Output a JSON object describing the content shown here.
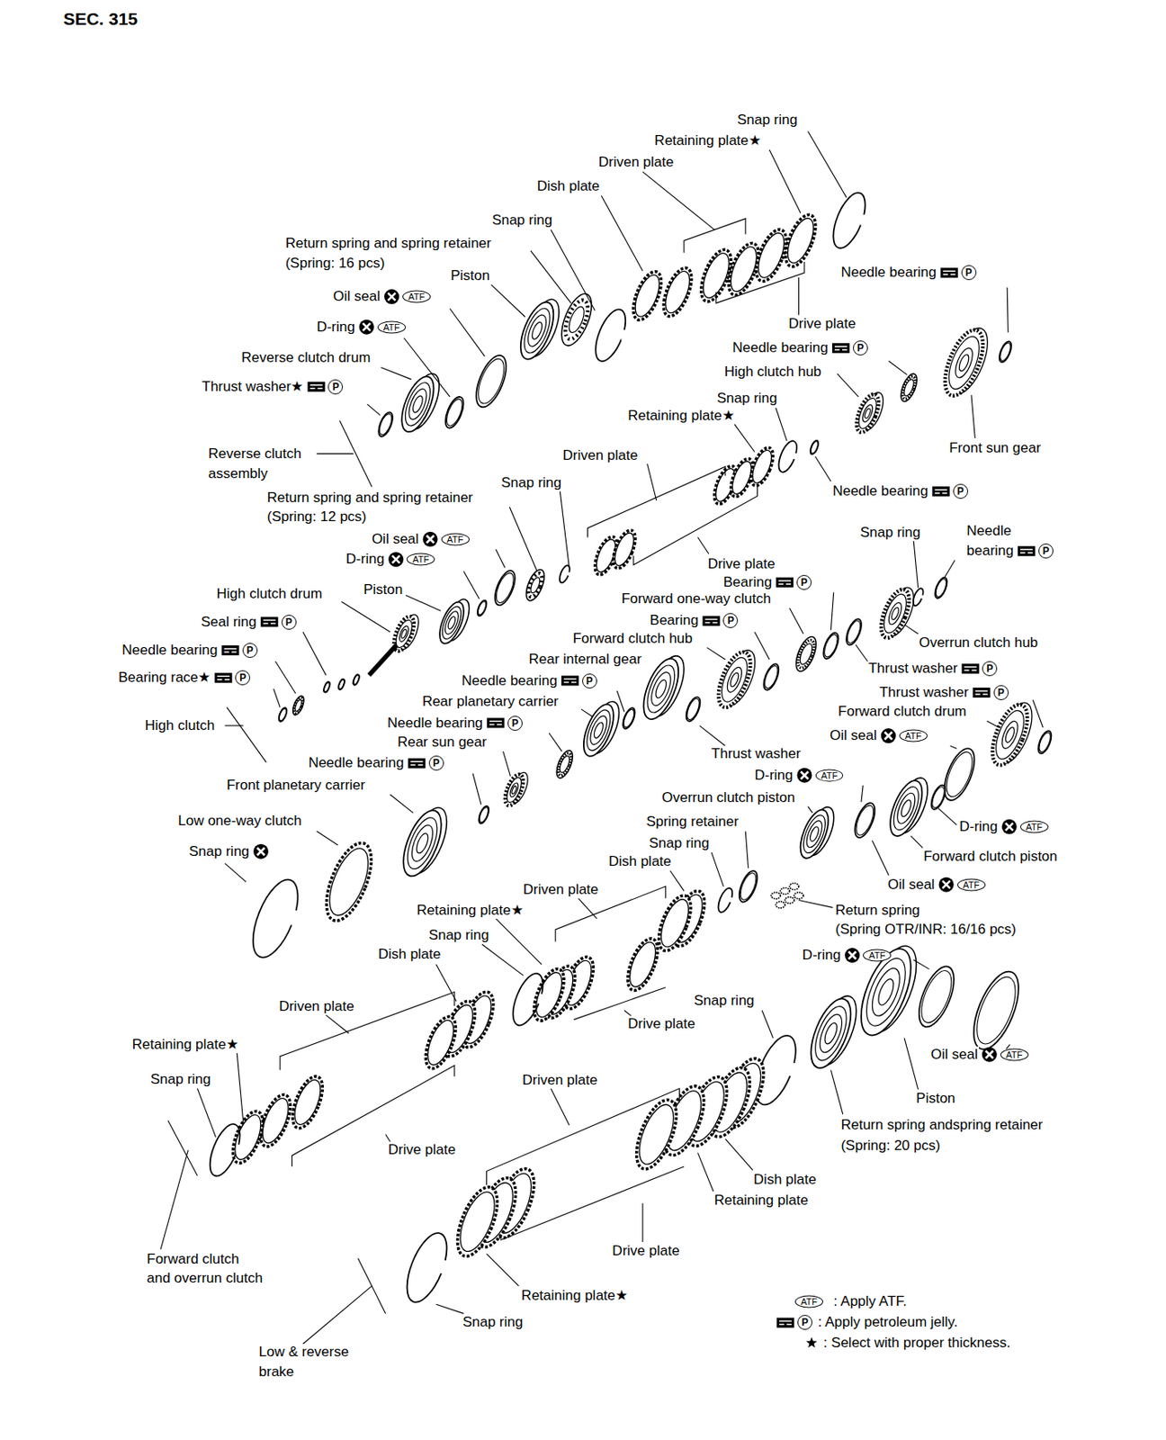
{
  "diagram": {
    "title": "SEC. 315",
    "labels": [
      "Snap ring",
      "Retaining plate★",
      "Driven plate",
      "Dish plate",
      "Snap ring",
      "Return spring and spring retainer",
      "(Spring: 16 pcs)",
      "Piston",
      "Oil seal",
      "ATF",
      "D-ring",
      "ATF",
      "Reverse clutch drum",
      "Thrust washer★",
      "P",
      "Needle bearing",
      "P",
      "Drive plate",
      "Needle bearing",
      "P",
      "High clutch hub",
      "Snap ring",
      "Retaining plate★",
      "Front sun gear",
      "Reverse clutch",
      "assembly",
      "Driven plate",
      "Snap ring",
      "Needle bearing",
      "P",
      "Return spring and spring retainer",
      "(Spring: 12 pcs)",
      "Snap ring",
      "Needle",
      "bearing",
      "P",
      "Oil seal",
      "ATF",
      "D-ring",
      "ATF",
      "Drive plate",
      "Bearing",
      "P",
      "High clutch drum",
      "Piston",
      "Forward one-way clutch",
      "Seal ring",
      "P",
      "Bearing",
      "P",
      "Forward clutch hub",
      "Overrun clutch hub",
      "Needle bearing",
      "P",
      "Rear internal gear",
      "Thrust washer",
      "P",
      "Bearing race★",
      "P",
      "Needle bearing",
      "P",
      "Thrust washer",
      "P",
      "Rear planetary carrier",
      "Forward clutch drum",
      "High clutch",
      "Needle bearing",
      "P",
      "Rear sun gear",
      "Oil seal",
      "ATF",
      "Thrust washer",
      "Needle bearing",
      "P",
      "D-ring",
      "ATF",
      "Front planetary carrier",
      "Overrun clutch piston",
      "Low one-way clutch",
      "Spring retainer",
      "D-ring",
      "ATF",
      "Snap ring",
      "Snap ring",
      "Forward clutch piston",
      "Dish plate",
      "Oil seal",
      "ATF",
      "Driven plate",
      "Retaining plate★",
      "Return spring",
      "(Spring OTR/INR: 16/16 pcs)",
      "Snap ring",
      "Dish plate",
      "D-ring",
      "ATF",
      "Snap ring",
      "Driven plate",
      "Drive plate",
      "Retaining plate★",
      "Oil seal",
      "ATF",
      "Snap ring",
      "Driven plate",
      "Piston",
      "Return spring andspring retainer",
      "(Spring: 20 pcs)",
      "Drive plate",
      "Dish plate",
      "Retaining plate",
      "Drive plate",
      "Forward clutch",
      "and overrun clutch",
      "Retaining plate★",
      "Snap ring",
      "Low & reverse",
      "brake",
      "ATF",
      "P"
    ],
    "legend": [
      {
        "text": ": Apply ATF."
      },
      {
        "text": ": Apply petroleum jelly."
      },
      {
        "text": ": Select with proper thickness."
      }
    ]
  }
}
